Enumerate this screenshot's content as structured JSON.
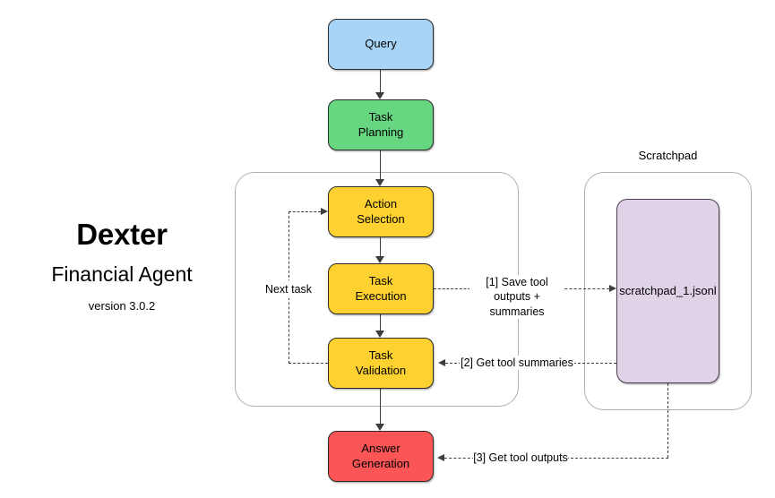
{
  "branding": {
    "title": "Dexter",
    "subtitle": "Financial Agent",
    "version": "version 3.0.2"
  },
  "groups": {
    "agent_loop": {
      "caption": ""
    },
    "scratchpad": {
      "caption": "Scratchpad"
    }
  },
  "nodes": {
    "query": {
      "label": "Query",
      "color": "#a8d5f7"
    },
    "task_planning": {
      "label": "Task\nPlanning",
      "color": "#67d680"
    },
    "action_selection": {
      "label": "Action\nSelection",
      "color": "#fdd12f"
    },
    "task_execution": {
      "label": "Task\nExecution",
      "color": "#fdd12f"
    },
    "task_validation": {
      "label": "Task\nValidation",
      "color": "#fdd12f"
    },
    "answer_generation": {
      "label": "Answer\nGeneration",
      "color": "#fb5555"
    },
    "scratchpad_file": {
      "label": "scratchpad_1.jsonl",
      "color": "#e0d3e8"
    }
  },
  "edges": {
    "next_task": "Next task",
    "save_tool_outputs": "[1] Save tool\noutputs + summaries",
    "get_tool_summaries": "[2] Get tool summaries",
    "get_tool_outputs": "[3] Get tool outputs"
  }
}
